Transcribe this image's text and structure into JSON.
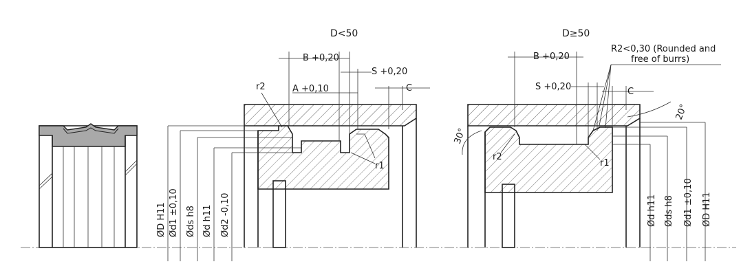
{
  "left_view": {
    "title": "D<50",
    "labels": {
      "b": "B +0,20",
      "s": "S +0,20",
      "a": "A +0,10",
      "c": "C",
      "r2": "r2",
      "r1": "r1"
    },
    "vertical_dims": [
      "ØD H11",
      "Ød1 ±0,10",
      "Øds h8",
      "Ød h11",
      "Ød2 -0,10"
    ]
  },
  "right_view": {
    "title": "D≥50",
    "labels": {
      "b": "B +0,20",
      "s": "S +0,20",
      "c": "C",
      "note_line1": "R2<0,30 (Rounded and",
      "note_line2": "free of burrs)",
      "angle_top": "20°",
      "angle_left": "30°",
      "r2": "r2",
      "r1": "r1"
    },
    "vertical_dims": [
      "Ød h11",
      "Øds h8",
      "Ød1 ±0,10",
      "ØD H11"
    ]
  }
}
